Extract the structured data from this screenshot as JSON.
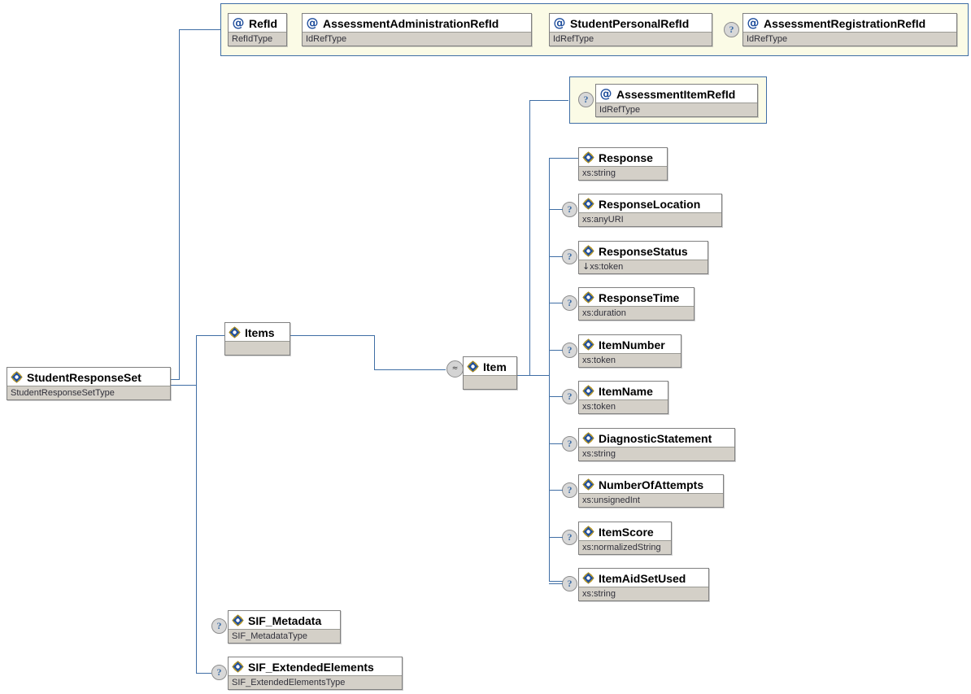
{
  "diagram": {
    "kind": "xml-schema-tree",
    "root": {
      "name": "StudentResponseSet",
      "type": "StudentResponseSetType",
      "icon": "element-icon"
    },
    "attribute_group_top": {
      "attributes": [
        {
          "name": "RefId",
          "type": "RefIdType",
          "icon": "attribute-icon",
          "optional": false
        },
        {
          "name": "AssessmentAdministrationRefId",
          "type": "IdRefType",
          "icon": "attribute-icon",
          "optional": false
        },
        {
          "name": "StudentPersonalRefId",
          "type": "IdRefType",
          "icon": "attribute-icon",
          "optional": false
        },
        {
          "name": "AssessmentRegistrationRefId",
          "type": "IdRefType",
          "icon": "attribute-icon",
          "optional": true
        }
      ]
    },
    "items": {
      "name": "Items",
      "type": "",
      "icon": "element-icon",
      "optional": false
    },
    "item": {
      "name": "Item",
      "type": "",
      "icon": "element-icon",
      "occurrence": "unbounded",
      "occurrence_symbol": "≈"
    },
    "item_attribute_group": {
      "attributes": [
        {
          "name": "AssessmentItemRefId",
          "type": "IdRefType",
          "icon": "attribute-icon",
          "optional": true
        }
      ]
    },
    "item_children": [
      {
        "name": "Response",
        "type": "xs:string",
        "icon": "element-icon",
        "optional": false,
        "restricted": false
      },
      {
        "name": "ResponseLocation",
        "type": "xs:anyURI",
        "icon": "element-icon",
        "optional": true,
        "restricted": false
      },
      {
        "name": "ResponseStatus",
        "type": "xs:token",
        "icon": "element-icon",
        "optional": true,
        "restricted": true,
        "restriction_symbol": "↓"
      },
      {
        "name": "ResponseTime",
        "type": "xs:duration",
        "icon": "element-icon",
        "optional": true,
        "restricted": false
      },
      {
        "name": "ItemNumber",
        "type": "xs:token",
        "icon": "element-icon",
        "optional": true,
        "restricted": false
      },
      {
        "name": "ItemName",
        "type": "xs:token",
        "icon": "element-icon",
        "optional": true,
        "restricted": false
      },
      {
        "name": "DiagnosticStatement",
        "type": "xs:string",
        "icon": "element-icon",
        "optional": true,
        "restricted": false
      },
      {
        "name": "NumberOfAttempts",
        "type": "xs:unsignedInt",
        "icon": "element-icon",
        "optional": true,
        "restricted": false
      },
      {
        "name": "ItemScore",
        "type": "xs:normalizedString",
        "icon": "element-icon",
        "optional": true,
        "restricted": false
      },
      {
        "name": "ItemAidSetUsed",
        "type": "xs:string",
        "icon": "element-icon",
        "optional": true,
        "restricted": false
      }
    ],
    "root_children_tail": [
      {
        "name": "SIF_Metadata",
        "type": "SIF_MetadataType",
        "icon": "element-icon",
        "optional": true
      },
      {
        "name": "SIF_ExtendedElements",
        "type": "SIF_ExtendedElementsType",
        "icon": "element-icon",
        "optional": true
      }
    ],
    "colors": {
      "line": "#3f6ea5",
      "attribute_group_bg": "#fbfbe6",
      "node_type_bg": "#d4d0c8",
      "node_border": "#808080",
      "icon_blue": "#1f4e9c",
      "icon_yellow": "#f3c11c"
    }
  }
}
